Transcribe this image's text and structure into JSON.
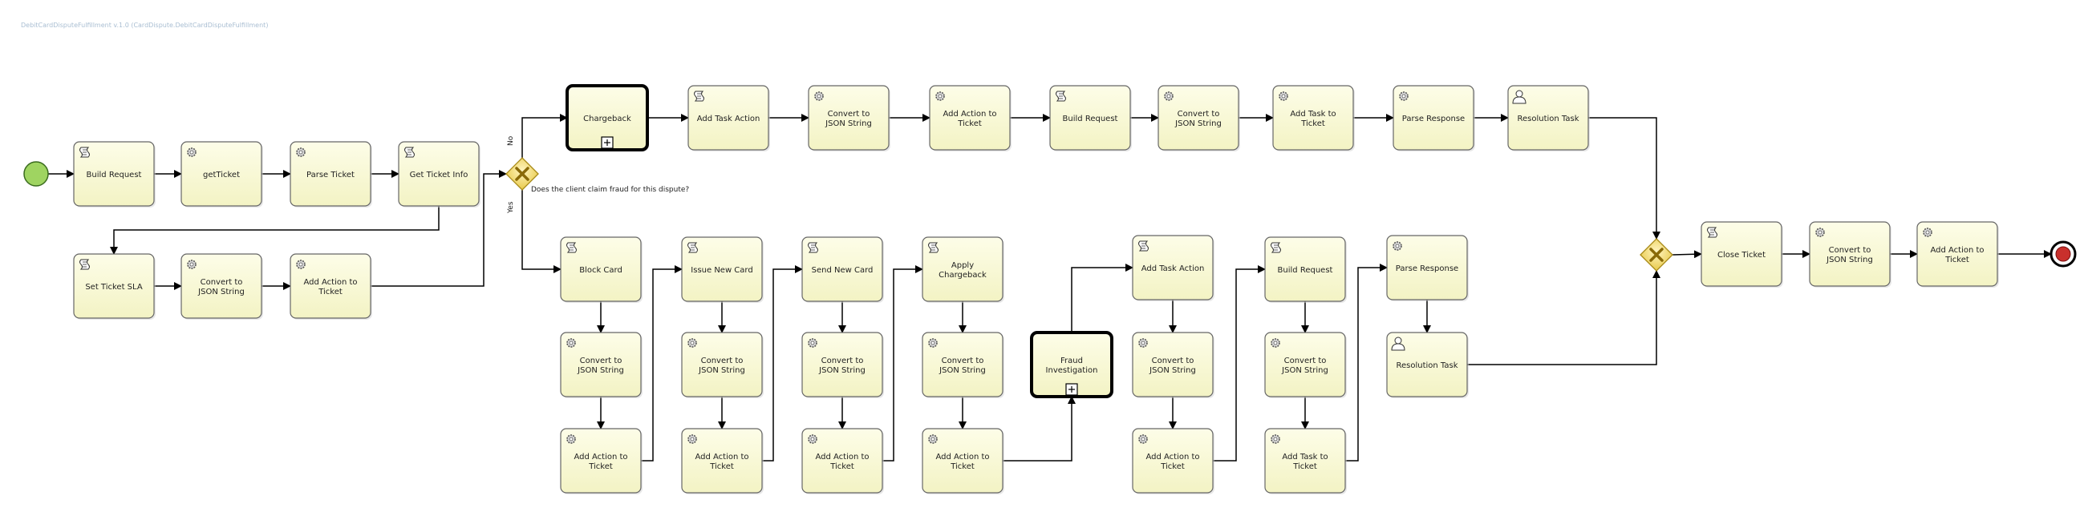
{
  "diagram": {
    "title": "DebitCardDisputeFulfillment v.1.0 (CardDispute.DebitCardDisputeFulfillment)",
    "colors": {
      "task_fill": "#fbfbdb",
      "task_stroke": "#666666",
      "start_fill": "#9fd461",
      "end_fill": "#c9302c",
      "gateway_fill": "#f7e38b"
    },
    "gateway_question": "Does the client claim fraud for this dispute?",
    "flow_labels": {
      "no": "No",
      "yes": "Yes"
    }
  },
  "tasks": [
    {
      "id": "t1",
      "label": [
        "Build Request"
      ],
      "icon": "script-icon"
    },
    {
      "id": "t2",
      "label": [
        "getTicket"
      ],
      "icon": "service-icon"
    },
    {
      "id": "t3",
      "label": [
        "Parse Ticket"
      ],
      "icon": "service-icon"
    },
    {
      "id": "t4",
      "label": [
        "Get Ticket Info"
      ],
      "icon": "script-icon"
    },
    {
      "id": "t5",
      "label": [
        "Set Ticket SLA"
      ],
      "icon": "script-icon"
    },
    {
      "id": "t6",
      "label": [
        "Convert to",
        "JSON String"
      ],
      "icon": "service-icon"
    },
    {
      "id": "t7",
      "label": [
        "Add Action to",
        "Ticket"
      ],
      "icon": "service-icon"
    },
    {
      "id": "t8",
      "label": [
        "Chargeback"
      ],
      "icon": "subprocess"
    },
    {
      "id": "t9",
      "label": [
        "Add Task Action"
      ],
      "icon": "script-icon"
    },
    {
      "id": "t10",
      "label": [
        "Convert to",
        "JSON String"
      ],
      "icon": "service-icon"
    },
    {
      "id": "t11",
      "label": [
        "Add Action to",
        "Ticket"
      ],
      "icon": "service-icon"
    },
    {
      "id": "t12",
      "label": [
        "Build Request"
      ],
      "icon": "script-icon"
    },
    {
      "id": "t13",
      "label": [
        "Convert to",
        "JSON String"
      ],
      "icon": "service-icon"
    },
    {
      "id": "t14",
      "label": [
        "Add Task to",
        "Ticket"
      ],
      "icon": "service-icon"
    },
    {
      "id": "t15",
      "label": [
        "Parse Response"
      ],
      "icon": "service-icon"
    },
    {
      "id": "t16",
      "label": [
        "Resolution Task"
      ],
      "icon": "user-icon"
    },
    {
      "id": "t17",
      "label": [
        "Block Card"
      ],
      "icon": "script-icon"
    },
    {
      "id": "t18",
      "label": [
        "Convert to",
        "JSON String"
      ],
      "icon": "service-icon"
    },
    {
      "id": "t19",
      "label": [
        "Add Action to",
        "Ticket"
      ],
      "icon": "service-icon"
    },
    {
      "id": "t20",
      "label": [
        "Issue New Card"
      ],
      "icon": "script-icon"
    },
    {
      "id": "t21",
      "label": [
        "Convert to",
        "JSON String"
      ],
      "icon": "service-icon"
    },
    {
      "id": "t22",
      "label": [
        "Add Action to",
        "Ticket"
      ],
      "icon": "service-icon"
    },
    {
      "id": "t23",
      "label": [
        "Send New Card"
      ],
      "icon": "script-icon"
    },
    {
      "id": "t24",
      "label": [
        "Convert to",
        "JSON String"
      ],
      "icon": "service-icon"
    },
    {
      "id": "t25",
      "label": [
        "Add Action to",
        "Ticket"
      ],
      "icon": "service-icon"
    },
    {
      "id": "t26",
      "label": [
        "Apply",
        "Chargeback"
      ],
      "icon": "script-icon"
    },
    {
      "id": "t27",
      "label": [
        "Convert to",
        "JSON String"
      ],
      "icon": "service-icon"
    },
    {
      "id": "t28",
      "label": [
        "Add Action to",
        "Ticket"
      ],
      "icon": "service-icon"
    },
    {
      "id": "t29",
      "label": [
        "Fraud",
        "Investigation"
      ],
      "icon": "subprocess"
    },
    {
      "id": "t30",
      "label": [
        "Add Task Action"
      ],
      "icon": "script-icon"
    },
    {
      "id": "t31",
      "label": [
        "Convert to",
        "JSON String"
      ],
      "icon": "service-icon"
    },
    {
      "id": "t32",
      "label": [
        "Add Action to",
        "Ticket"
      ],
      "icon": "service-icon"
    },
    {
      "id": "t33",
      "label": [
        "Build Request"
      ],
      "icon": "script-icon"
    },
    {
      "id": "t34",
      "label": [
        "Convert to",
        "JSON String"
      ],
      "icon": "service-icon"
    },
    {
      "id": "t35",
      "label": [
        "Add Task to",
        "Ticket"
      ],
      "icon": "service-icon"
    },
    {
      "id": "t36",
      "label": [
        "Parse Response"
      ],
      "icon": "service-icon"
    },
    {
      "id": "t37",
      "label": [
        "Resolution Task"
      ],
      "icon": "user-icon"
    },
    {
      "id": "t38",
      "label": [
        "Close Ticket"
      ],
      "icon": "script-icon"
    },
    {
      "id": "t39",
      "label": [
        "Convert to",
        "JSON String"
      ],
      "icon": "service-icon"
    },
    {
      "id": "t40",
      "label": [
        "Add Action to",
        "Ticket"
      ],
      "icon": "service-icon"
    }
  ]
}
